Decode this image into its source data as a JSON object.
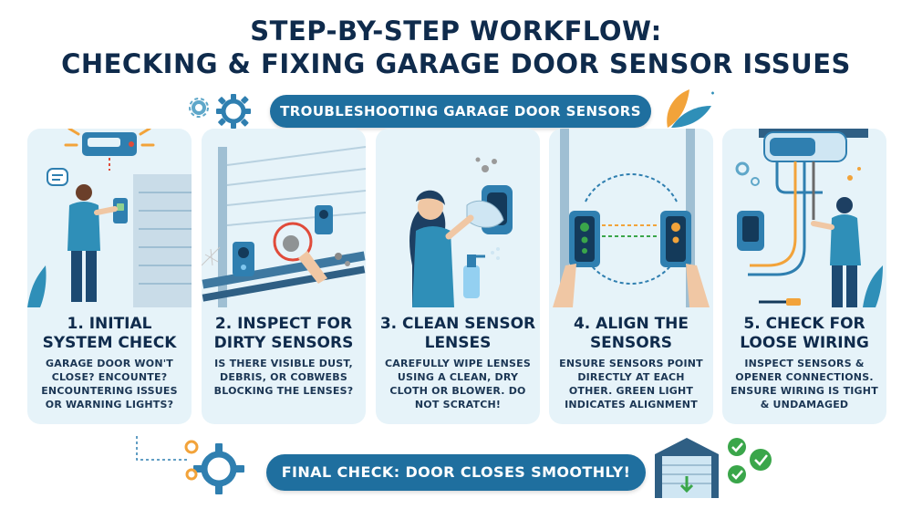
{
  "title": {
    "line1": "STEP-by-STEP WORKFLOW:",
    "line2": "CHECKING & FIXING GARAGE DOOR SENSOR ISSUES"
  },
  "subtitle": "TROUBLESHOOTING GARAGE DOOR SENSORS",
  "steps": [
    {
      "heading": "1. INITIAL SYSTEM CHECK",
      "description": "GARAGE DOOR WON'T CLOSE? ENCOUNTE? ENCOUNTERING ISSUES OR WARNING LIGHTS?",
      "icon": "warning-opener-icon"
    },
    {
      "heading": "2. INSPECT FOR DIRTY SENSORS",
      "description": "IS THERE VISIBLE DUST, DEBRIS, OR COBWEBS BLOCKING THE LENSES?",
      "icon": "magnifier-icon"
    },
    {
      "heading": "3. CLEAN SENSOR LENSES",
      "description": "CAREFULLY WIPE LENSES USING A CLEAN, DRY CLOTH OR BLOWER. DO NOT SCRATCH!",
      "icon": "spray-bottle-icon"
    },
    {
      "heading": "4. ALIGN THE SENSORS",
      "description": "ENSURE SENSORS POINT DIRECTLY AT EACH OTHER. GREEN LIGHT INDICATES ALIGNMENT",
      "icon": "alignment-arrows-icon"
    },
    {
      "heading": "5. CHECK FOR LOOSE WIRING",
      "description": "INSPECT SENSORS & OPENER CONNECTIONS. ENSURE WIRING IS TIGHT & UNDAMAGED",
      "icon": "wiring-icon"
    }
  ],
  "final_check": "FINAL CHECK: DOOR CLOSES SMOOTHLY!",
  "colors": {
    "primary": "#1f6f9f",
    "card_bg": "#e6f3f9",
    "title": "#0f2b4c",
    "accent_orange": "#f2a33a",
    "check_green": "#3aa64a"
  }
}
